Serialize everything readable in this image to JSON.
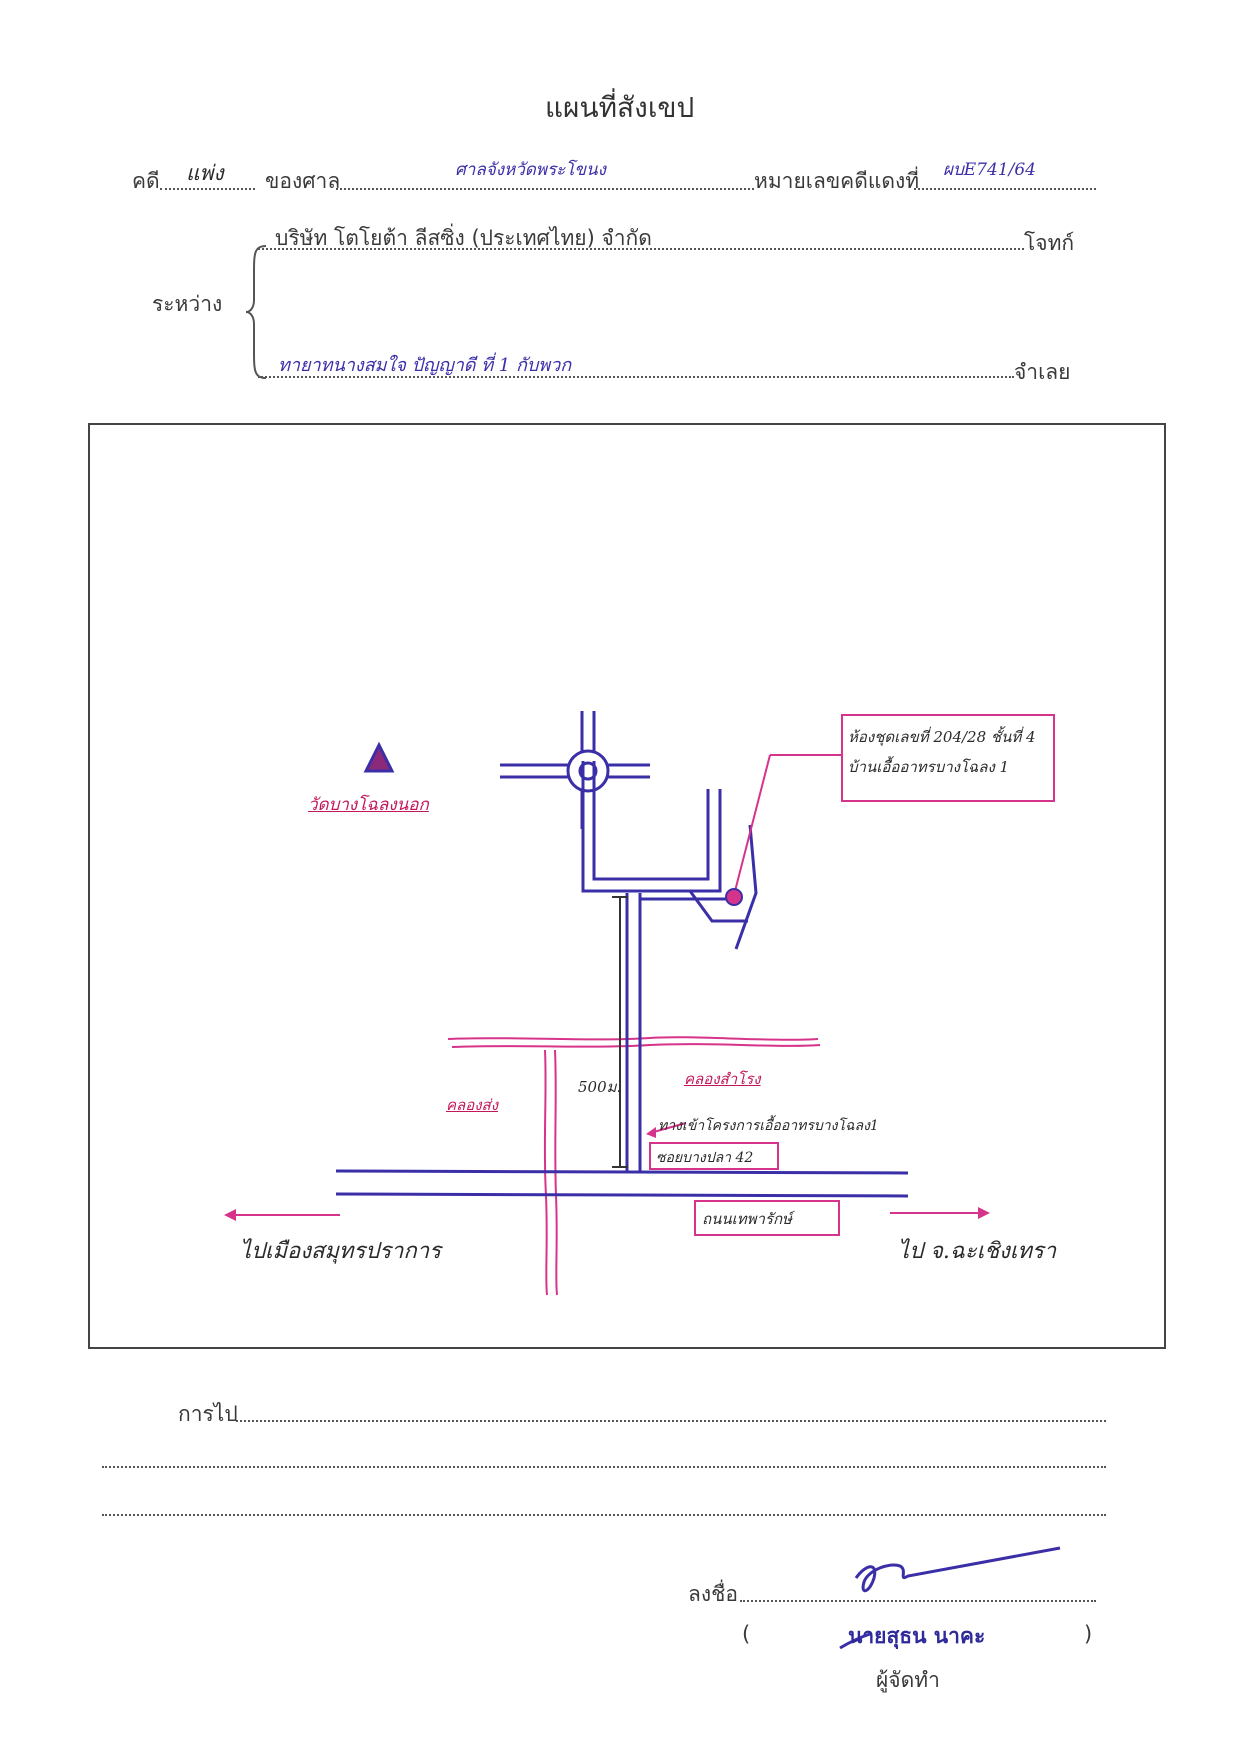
{
  "title": "แผนที่สังเขป",
  "header": {
    "case_label": "คดี",
    "case_type": "แพ่ง",
    "court_label": "ของศาล",
    "court_name": "ศาลจังหวัดพระโขนง",
    "red_number_label": "หมายเลขคดีแดงที่",
    "red_number": "ผบE741/64",
    "between_label": "ระหว่าง",
    "plaintiff_name": "บริษัท โตโยต้า ลีสซิ่ง (ประเทศไทย) จำกัด",
    "plaintiff_label": "โจทก์",
    "defendant_name": "ทายาทนางสมใจ ปัญญาดี ที่ 1 กับพวก",
    "defendant_label": "จำเลย"
  },
  "map": {
    "target_note_line1": "ห้องชุดเลขที่ 204/28 ชั้นที่ 4",
    "target_note_line2": "บ้านเอื้ออาทรบางโฉลง 1",
    "temple": "วัดบางโฉลงนอก",
    "canal_1": "คลองสำโรง",
    "canal_2": "คลองส่ง",
    "distance": "500ม.",
    "entrance": "ทางเข้าโครงการเอื้ออาทรบางโฉลง1",
    "soi": "ซอยบางปลา 42",
    "road": "ถนนเทพารักษ์",
    "to_left": "ไปเมืองสมุทรปราการ",
    "to_right": "ไป จ.ฉะเชิงเทรา",
    "colors": {
      "road": "#3b2fa8",
      "canal": "#d6338a",
      "target": "#d6338a"
    }
  },
  "footer": {
    "directions_label": "การไป",
    "sign_label": "ลงชื่อ",
    "signer_name": "นายสุธน นาคะ",
    "paren_open": "(",
    "paren_close": ")",
    "role": "ผู้จัดทำ"
  }
}
